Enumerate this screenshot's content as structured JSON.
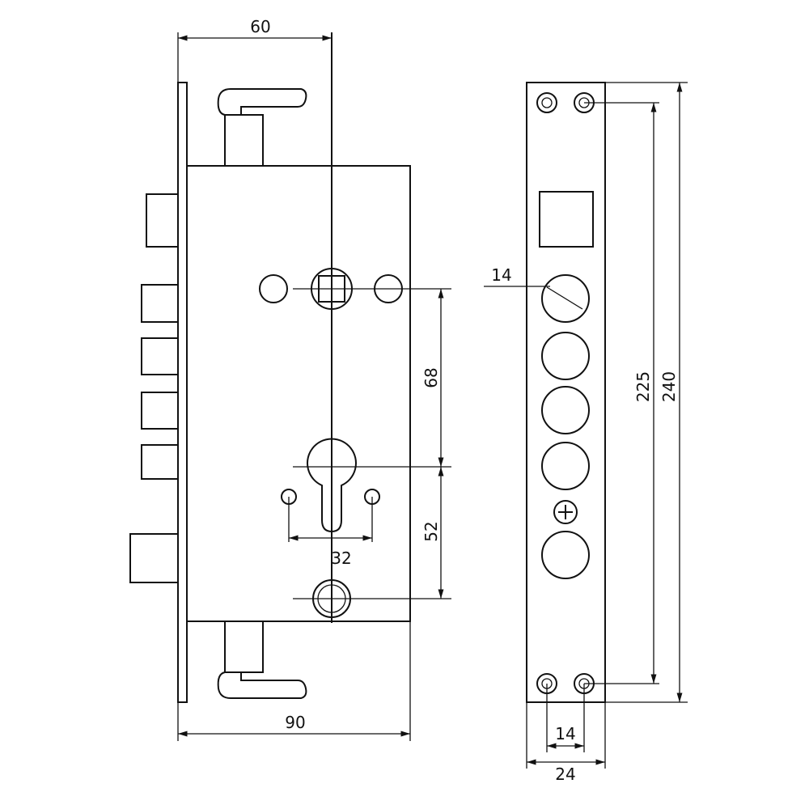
{
  "dimensions": {
    "width_top": "60",
    "width_bottom": "90",
    "spindle_to_cylinder": "68",
    "cylinder_to_lower": "52",
    "cylinder_screw_spacing": "32",
    "hole_diameter": "14",
    "screw_spacing_vertical": "225",
    "faceplate_length": "240",
    "screw_spacing_horizontal": "14",
    "faceplate_width": "24"
  }
}
